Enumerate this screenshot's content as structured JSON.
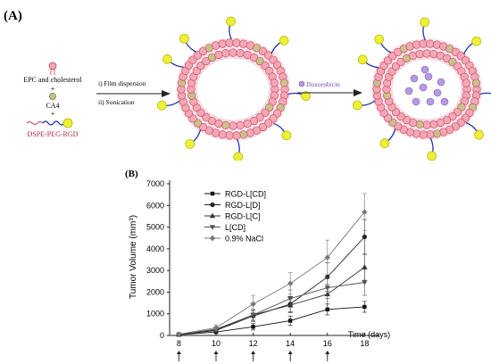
{
  "panel_a": {
    "label": "(A)",
    "ingredient_1": "EPC and cholesterol",
    "plus_1": "+",
    "ingredient_2": "CA4",
    "plus_2": "+",
    "ingredient_3": "DSPE-PEG-RGD",
    "step_1": "i) Film dispersion",
    "step_2": "ii) Sonication",
    "drug": "Doxorubicin",
    "colors": {
      "lipid": "#f4a7b4",
      "lipid_edge": "#c0405a",
      "peg": "#2233aa",
      "rgd": "#eef036",
      "drug": "#b79be0",
      "halo": "#fde3ea"
    }
  },
  "panel_b_label": "(B)",
  "chart_data": {
    "type": "line",
    "title": "",
    "xlabel": "Time (days)",
    "ylabel": "Tumor Volume (mm³)",
    "x": [
      8,
      10,
      12,
      14,
      16,
      18
    ],
    "xlim": [
      7.5,
      18.8
    ],
    "ylim": [
      0,
      7000
    ],
    "yticks": [
      0,
      1000,
      2000,
      3000,
      4000,
      5000,
      6000,
      7000
    ],
    "xticks": [
      8,
      10,
      12,
      14,
      16,
      18
    ],
    "dosing_arrows_at": [
      8,
      10,
      12,
      14,
      16
    ],
    "legend_position": "top-left",
    "grid": false,
    "series": [
      {
        "name": "RGD-L[CD]",
        "marker": "square",
        "values": [
          30,
          160,
          400,
          680,
          1200,
          1320
        ],
        "error": [
          15,
          60,
          150,
          220,
          250,
          250
        ]
      },
      {
        "name": "RGD-L[D]",
        "marker": "circle",
        "values": [
          40,
          230,
          900,
          1450,
          2700,
          4550
        ],
        "error": [
          20,
          90,
          250,
          350,
          650,
          800
        ]
      },
      {
        "name": "RGD-L[C]",
        "marker": "triangle",
        "values": [
          40,
          260,
          950,
          1400,
          1900,
          3150
        ],
        "error": [
          20,
          90,
          250,
          350,
          450,
          600
        ]
      },
      {
        "name": "L[CD]",
        "marker": "triangle-down",
        "values": [
          50,
          290,
          950,
          1700,
          2200,
          2450
        ],
        "error": [
          20,
          100,
          250,
          400,
          500,
          600
        ]
      },
      {
        "name": "0.9% NaCl",
        "marker": "diamond",
        "values": [
          60,
          350,
          1450,
          2400,
          3600,
          5700
        ],
        "error": [
          25,
          140,
          400,
          500,
          800,
          850
        ]
      }
    ]
  }
}
